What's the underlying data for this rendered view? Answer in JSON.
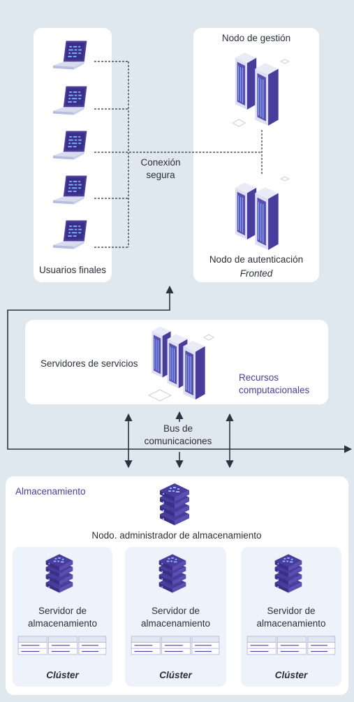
{
  "users_panel": {
    "label": "Usuarios finales"
  },
  "management": {
    "title": "Nodo de gestión"
  },
  "auth": {
    "title": "Nodo de autenticación",
    "subtitle": "Fronted"
  },
  "connection": {
    "label_line1": "Conexión",
    "label_line2": "segura"
  },
  "services": {
    "label": "Servidores de servicios",
    "resources_line1": "Recursos",
    "resources_line2": "computacionales"
  },
  "bus": {
    "label_line1": "Bus de",
    "label_line2": "comunicaciones"
  },
  "storage": {
    "title": "Almacenamiento",
    "admin_label": "Nodo. administrador de almacenamiento",
    "clusters": [
      {
        "server_line1": "Servidor de",
        "server_line2": "almacenamiento",
        "label": "Clúster"
      },
      {
        "server_line1": "Servidor de",
        "server_line2": "almacenamiento",
        "label": "Clúster"
      },
      {
        "server_line1": "Servidor de",
        "server_line2": "almacenamiento",
        "label": "Clúster"
      }
    ]
  },
  "colors": {
    "background": "#dfe8ef",
    "panel": "#ffffff",
    "accent_purple": "#4b3d9f",
    "line": "#2b3342"
  }
}
